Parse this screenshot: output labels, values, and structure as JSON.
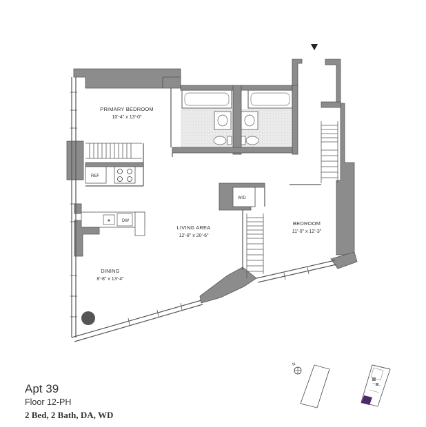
{
  "rooms": {
    "primary_bedroom": {
      "name": "PRIMARY BEDROOM",
      "dimensions": "10'-4\" x 13'-0\""
    },
    "living_area": {
      "name": "LIVING AREA",
      "dimensions": "12'-8\" x 20'-6\""
    },
    "bedroom": {
      "name": "BEDROOM",
      "dimensions": "11'-0\" x 12'-3\""
    },
    "dining": {
      "name": "DINING",
      "dimensions": "8'-8\" x 13'-4\""
    }
  },
  "appliances": {
    "refrigerator": "REF",
    "dishwasher": "DW",
    "washer_dryer": "W/D"
  },
  "compass": {
    "north_label": "N"
  },
  "apartment": {
    "name": "Apt 39",
    "floor": "Floor 12-PH",
    "features": "2 Bed, 2 Bath, DA, WD"
  },
  "colors": {
    "wall": "#8c8c8c",
    "wall_outline": "#555555",
    "bath_tile": "#e4e4e4",
    "highlight_unit": "#4b2a6b",
    "text": "#333333"
  }
}
